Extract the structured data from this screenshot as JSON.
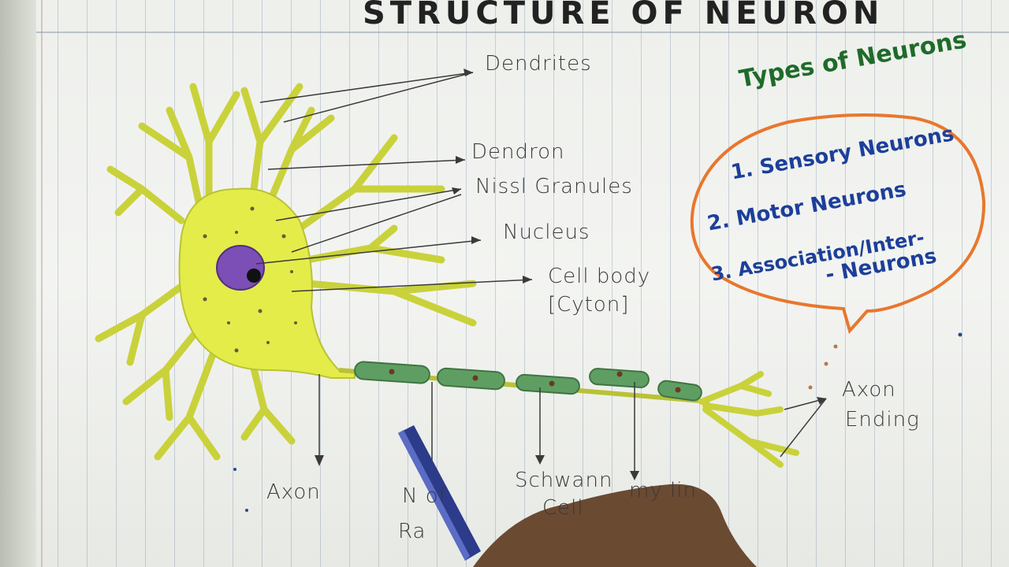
{
  "title": "STRUCTURE OF NEURON",
  "labels": {
    "dendrites": "Dendrites",
    "dendron": "Dendron",
    "nissl_granules": "Nissl Granules",
    "nucleus": "Nucleus",
    "cell_body_line1": "Cell body",
    "cell_body_line2": "[Cyton]",
    "axon": "Axon",
    "node_line1": "N    of",
    "node_line2": "Ra",
    "schwann_line1": "Schwann",
    "schwann_line2": "Cell",
    "myelin": "my   lin",
    "axon_endings_line1": "Axon",
    "axon_endings_line2": "Ending"
  },
  "types_box": {
    "title": "Types of Neurons",
    "items": [
      "1. Sensory Neurons",
      "2. Motor Neurons",
      "3. Association/Inter-",
      "- Neurons"
    ]
  },
  "colors": {
    "cell_body": "#e4ec4a",
    "nucleus": "#7b4fb5",
    "myelin": "#5f9e62",
    "callout_border": "#e8772e",
    "types_title": "#1f6b2a",
    "types_items": "#1d3f9a"
  }
}
